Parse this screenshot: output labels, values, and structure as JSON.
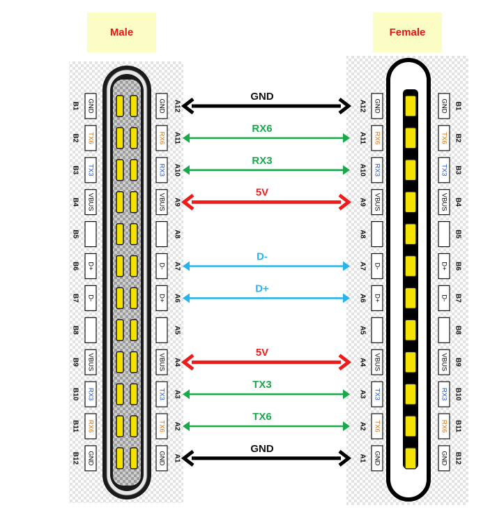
{
  "titles": {
    "male": "Male",
    "female": "Female"
  },
  "colors": {
    "title_text": "#e21515",
    "title_bg": "#fbfdc4",
    "gnd": "#000000",
    "rx_tx": "#1aa94a",
    "power": "#ee1b1b",
    "data": "#27b4ea",
    "label_tx6_rx6": "#e07000",
    "label_tx3_rx3": "#1a4fd6",
    "pin_gold": "#f4e300"
  },
  "male": {
    "b_numbers": [
      "B1",
      "B2",
      "B3",
      "B4",
      "B5",
      "B6",
      "B7",
      "B8",
      "B9",
      "B10",
      "B11",
      "B12"
    ],
    "b_labels": [
      "GND",
      "TX6",
      "TX3",
      "VBUS",
      "",
      "D+",
      "D-",
      "",
      "VBUS",
      "RX3",
      "RX6",
      "GND"
    ],
    "a_labels": [
      "GND",
      "RX6",
      "RX3",
      "VBUS",
      "",
      "D-",
      "D+",
      "",
      "VBUS",
      "TX3",
      "TX6",
      "GND"
    ],
    "a_numbers": [
      "A12",
      "A11",
      "A10",
      "A9",
      "A8",
      "A7",
      "A6",
      "A5",
      "A4",
      "A3",
      "A2",
      "A1"
    ]
  },
  "female": {
    "a_numbers": [
      "A12",
      "A11",
      "A10",
      "A9",
      "A8",
      "A7",
      "A6",
      "A5",
      "A4",
      "A3",
      "A2",
      "A1"
    ],
    "a_labels": [
      "GND",
      "RX6",
      "RX3",
      "VBUS",
      "",
      "D-",
      "D+",
      "",
      "VBUS",
      "TX3",
      "TX6",
      "GND"
    ],
    "b_labels": [
      "GND",
      "TX6",
      "TX3",
      "VBUS",
      "",
      "D+",
      "D-",
      "",
      "VBUS",
      "RX3",
      "RX6",
      "GND"
    ],
    "b_numbers": [
      "B1",
      "B2",
      "B3",
      "B4",
      "B5",
      "B6",
      "B7",
      "B8",
      "B9",
      "B10",
      "B11",
      "B12"
    ]
  },
  "connections": [
    {
      "row": 0,
      "label": "GND",
      "kind": "gnd"
    },
    {
      "row": 1,
      "label": "RX6",
      "kind": "rx_tx"
    },
    {
      "row": 2,
      "label": "RX3",
      "kind": "rx_tx"
    },
    {
      "row": 3,
      "label": "5V",
      "kind": "power"
    },
    {
      "row": 5,
      "label": "D-",
      "kind": "data"
    },
    {
      "row": 6,
      "label": "D+",
      "kind": "data"
    },
    {
      "row": 8,
      "label": "5V",
      "kind": "power"
    },
    {
      "row": 9,
      "label": "TX3",
      "kind": "rx_tx"
    },
    {
      "row": 10,
      "label": "TX6",
      "kind": "rx_tx"
    },
    {
      "row": 11,
      "label": "GND",
      "kind": "gnd"
    }
  ]
}
